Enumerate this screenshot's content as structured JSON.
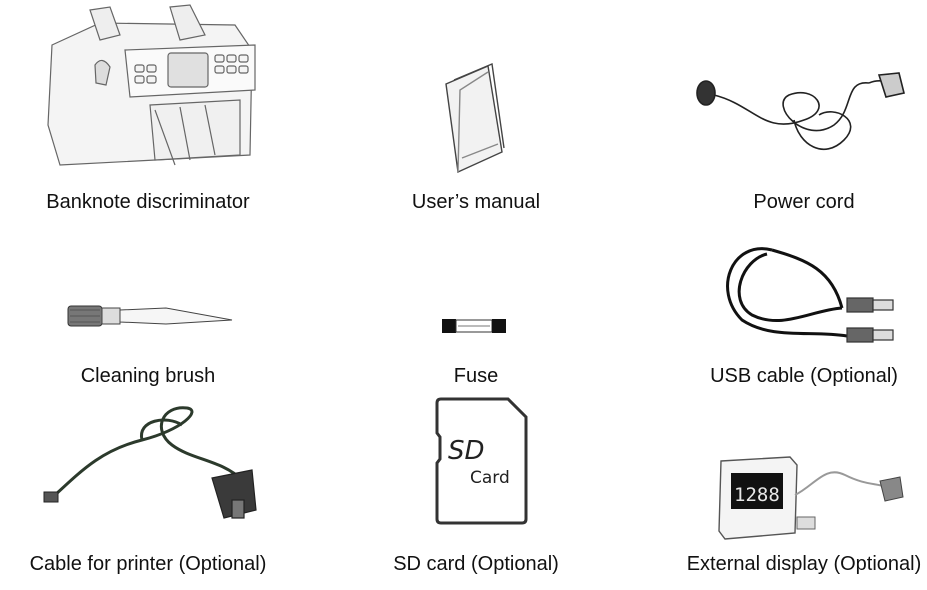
{
  "items": [
    {
      "id": "banknote-discriminator",
      "caption": "Banknote discriminator",
      "icon": "banknote-discriminator-illustration"
    },
    {
      "id": "users-manual",
      "caption": "User’s manual",
      "icon": "manual-booklet-illustration"
    },
    {
      "id": "power-cord",
      "caption": "Power cord",
      "icon": "power-cord-illustration"
    },
    {
      "id": "cleaning-brush",
      "caption": "Cleaning brush",
      "icon": "brush-illustration"
    },
    {
      "id": "fuse",
      "caption": "Fuse",
      "icon": "fuse-illustration"
    },
    {
      "id": "usb-cable",
      "caption": "USB cable (Optional)",
      "icon": "usb-cable-illustration"
    },
    {
      "id": "printer-cable",
      "caption": "Cable for printer (Optional)",
      "icon": "serial-cable-illustration"
    },
    {
      "id": "sd-card",
      "caption": "SD card (Optional)",
      "icon": "sd-card-illustration",
      "card_text_top": "SD",
      "card_text_bottom": "Card"
    },
    {
      "id": "external-display",
      "caption": "External display (Optional)",
      "icon": "external-display-illustration",
      "display_digits": "1288"
    }
  ]
}
